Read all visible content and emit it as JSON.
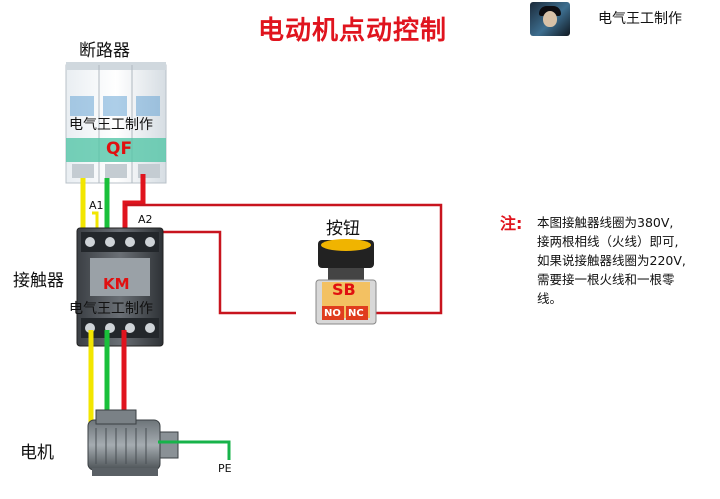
{
  "title": "电动机点动控制",
  "brand": "电气王工制作",
  "labels": {
    "breaker": "断路器",
    "contactor": "接触器",
    "motor": "电机",
    "button": "按钮"
  },
  "watermark": "电气王工制作",
  "component_codes": {
    "qf": "QF",
    "km": "KM",
    "sb": "SB",
    "no": "NO",
    "nc": "NC"
  },
  "terminals": {
    "a1": "A1",
    "a2": "A2",
    "pe": "PE"
  },
  "note": {
    "head": "注:",
    "lines": [
      "本图接触器线圈为380V,",
      "接两根相线（火线）即可,",
      "如果说接触器线圈为220V,",
      "需要接一根火线和一根零",
      "线。"
    ]
  },
  "colors": {
    "title": "#e0141e",
    "wire_yellow": "#f2e600",
    "wire_green": "#19c03a",
    "wire_red": "#e0141e",
    "wire_dark_red": "#c8141e",
    "pe_wire": "#17b34a"
  }
}
